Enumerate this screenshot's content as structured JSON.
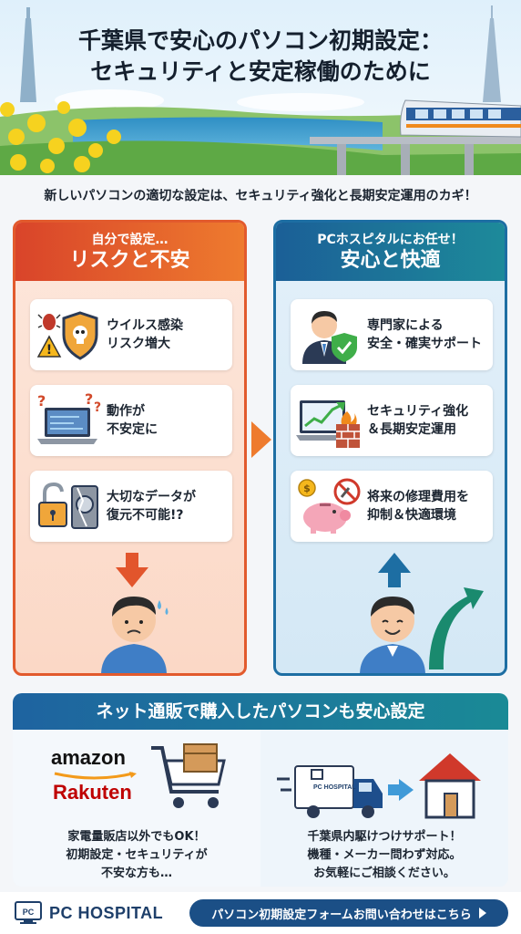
{
  "header": {
    "title_line1": "千葉県で安心のパソコン初期設定：",
    "title_line2": "セキュリティと安定稼働のために"
  },
  "subtitle": "新しいパソコンの適切な設定は、セキュリティ強化と長期安定運用のカギ！",
  "left_panel": {
    "small": "自分で設定…",
    "big": "リスクと不安",
    "cards": [
      {
        "line1": "ウイルス感染",
        "line2": "リスク増大",
        "icon": "virus-warning-icon"
      },
      {
        "line1": "動作が",
        "line2": "不安定に",
        "icon": "unstable-laptop-icon"
      },
      {
        "line1": "大切なデータが",
        "line2": "復元不可能!?",
        "icon": "broken-lock-hdd-icon"
      }
    ],
    "color": "#e25a2d"
  },
  "right_panel": {
    "small": "PCホスピタルにお任せ！",
    "big": "安心と快適",
    "cards": [
      {
        "line1": "専門家による",
        "line2": "安全・確実サポート",
        "icon": "expert-shield-icon"
      },
      {
        "line1": "セキュリティ強化",
        "line2": "＆長期安定運用",
        "icon": "firewall-chart-icon"
      },
      {
        "line1": "将来の修理費用を",
        "line2": "抑制＆快適環境",
        "icon": "piggy-bank-icon"
      }
    ],
    "color": "#1d6ea3"
  },
  "bottom": {
    "heading": "ネット通販で購入したパソコンも安心設定",
    "left_logo1": "amazon",
    "left_logo2": "Rakuten",
    "left_text": [
      "家電量販店以外でもOK！",
      "初期設定・セキュリティが",
      "不安な方も…"
    ],
    "truck_label": "PC HOSPITAL",
    "right_text": [
      "千葉県内駆けつけサポート！",
      "機種・メーカー問わず対応。",
      "お気軽にご相談ください。"
    ]
  },
  "footer": {
    "brand": "PC HOSPITAL",
    "brand_icon_text": "PC",
    "cta": "パソコン初期設定フォームお問い合わせはこちら"
  }
}
